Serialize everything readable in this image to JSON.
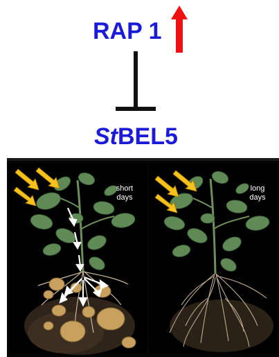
{
  "upper_gene": {
    "text": "RAP 1"
  },
  "lower_gene": {
    "prefix": "St",
    "name": "BEL5"
  },
  "panels": [
    {
      "label_line1": "short",
      "label_line2": "days"
    },
    {
      "label_line1": "long",
      "label_line2": "days"
    }
  ],
  "colors": {
    "gene_text": "#1a1ad8",
    "up_arrow": "#ee1111",
    "inhibition_bar": "#111111",
    "photo_background": "#050505",
    "light_arrow": "#f4c21a",
    "white_arrow": "#ffffff",
    "leaf": "#5f8a55",
    "tuber": "#c9a15e",
    "root": "#cbb89a",
    "panel_label": "#ffffff"
  },
  "icons": [
    "up-arrow-icon",
    "inhibition-icon",
    "sun-arrow-icon",
    "tuber-signal-arrow-icon"
  ]
}
